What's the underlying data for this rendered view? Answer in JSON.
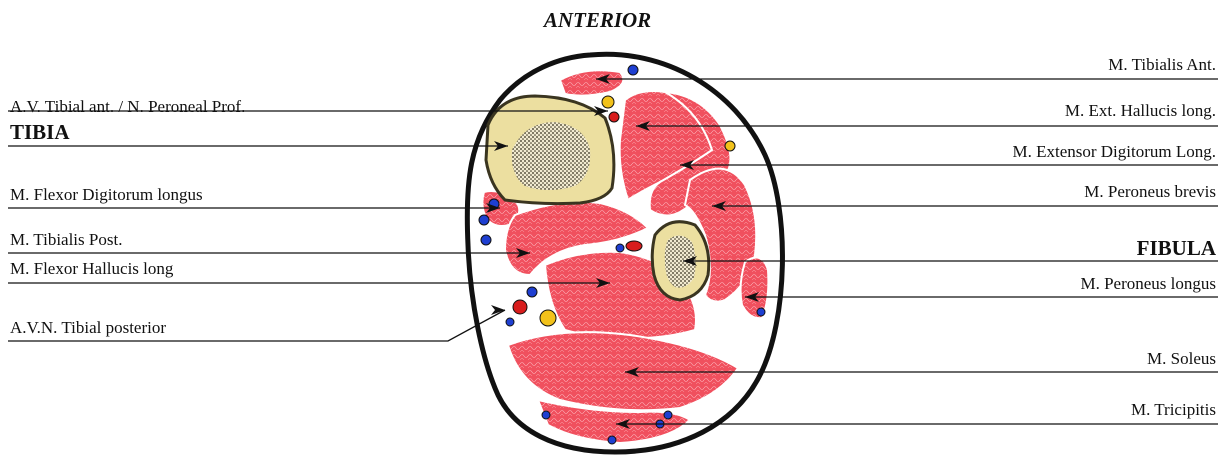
{
  "diagram": {
    "heading": "ANTERIOR",
    "labels_left": [
      {
        "text": "A.V. Tibial ant. / N. Peroneal Prof.",
        "bold": false
      },
      {
        "text": "TIBIA",
        "bold": true
      },
      {
        "text": "M. Flexor Digitorum longus",
        "bold": false
      },
      {
        "text": "M. Tibialis Post.",
        "bold": false
      },
      {
        "text": "M. Flexor Hallucis long",
        "bold": false
      },
      {
        "text": "A.V.N. Tibial posterior",
        "bold": false
      }
    ],
    "labels_right": [
      {
        "text": "M. Tibialis Ant.",
        "bold": false
      },
      {
        "text": "M. Ext. Hallucis long.",
        "bold": false
      },
      {
        "text": "M. Extensor Digitorum  Long.",
        "bold": false
      },
      {
        "text": "M. Peroneus brevis",
        "bold": false
      },
      {
        "text": "FIBULA",
        "bold": true
      },
      {
        "text": "M. Peroneus longus",
        "bold": false
      },
      {
        "text": "M. Soleus",
        "bold": false
      },
      {
        "text": "M. Tricipitis",
        "bold": false
      }
    ],
    "colors": {
      "muscle": "#f0505e",
      "muscle_line": "#ffd4d8",
      "bone": "#ecdfa0",
      "marrow": "#3a3520",
      "fat": "#ffffff",
      "skin": "#111111",
      "artery": "#d81d1d",
      "vein": "#1e3fd1",
      "nerve": "#f2c21b",
      "leader": "#111111"
    }
  }
}
